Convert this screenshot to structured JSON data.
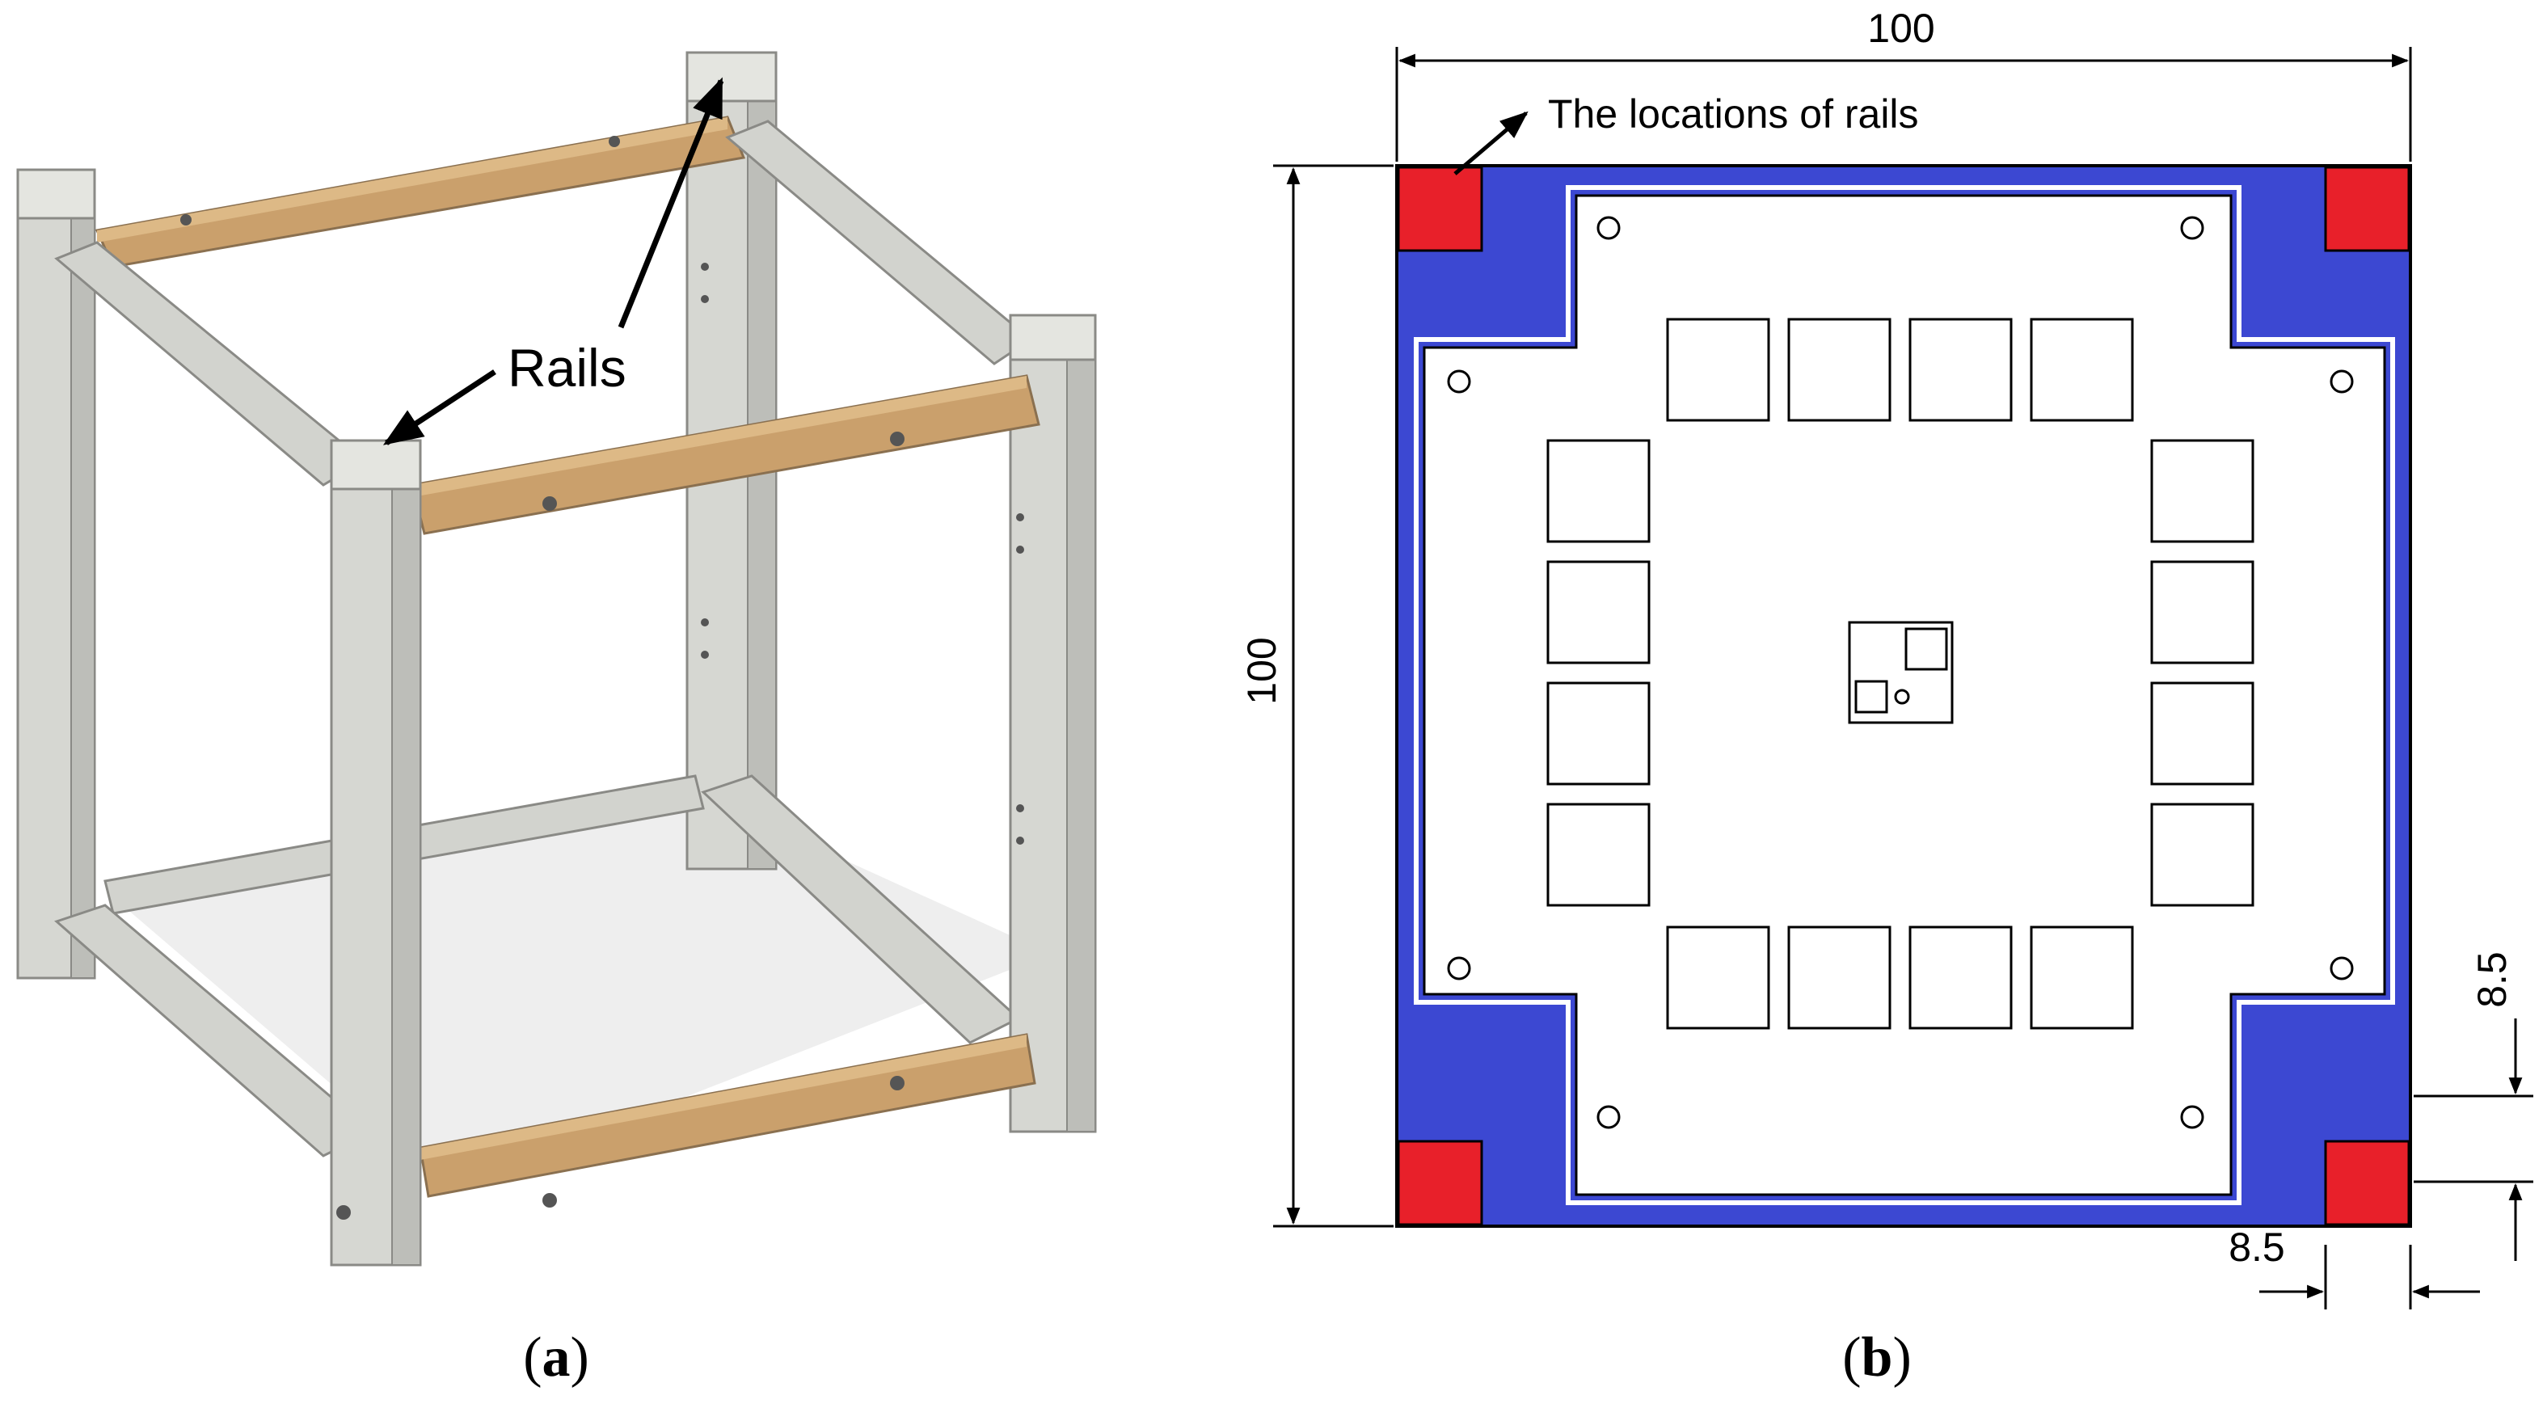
{
  "panel_a": {
    "caption_open": "(",
    "caption_letter": "a",
    "caption_close": ")",
    "rails_label": "Rails"
  },
  "panel_b": {
    "caption_open": "(",
    "caption_letter": "b",
    "caption_close": ")",
    "rail_locations_label": "The locations of rails",
    "dim_width": "100",
    "dim_height": "100",
    "dim_rail_vertical": "8.5",
    "dim_rail_horizontal": "8.5"
  },
  "colors": {
    "frame_blue": "#3c48d2",
    "rail_red": "#e8202a",
    "aluminum": "#d4d5d0",
    "aluminum_shade": "#b4b5b0",
    "wood": "#caa06c",
    "wood_light": "#ddb986"
  }
}
